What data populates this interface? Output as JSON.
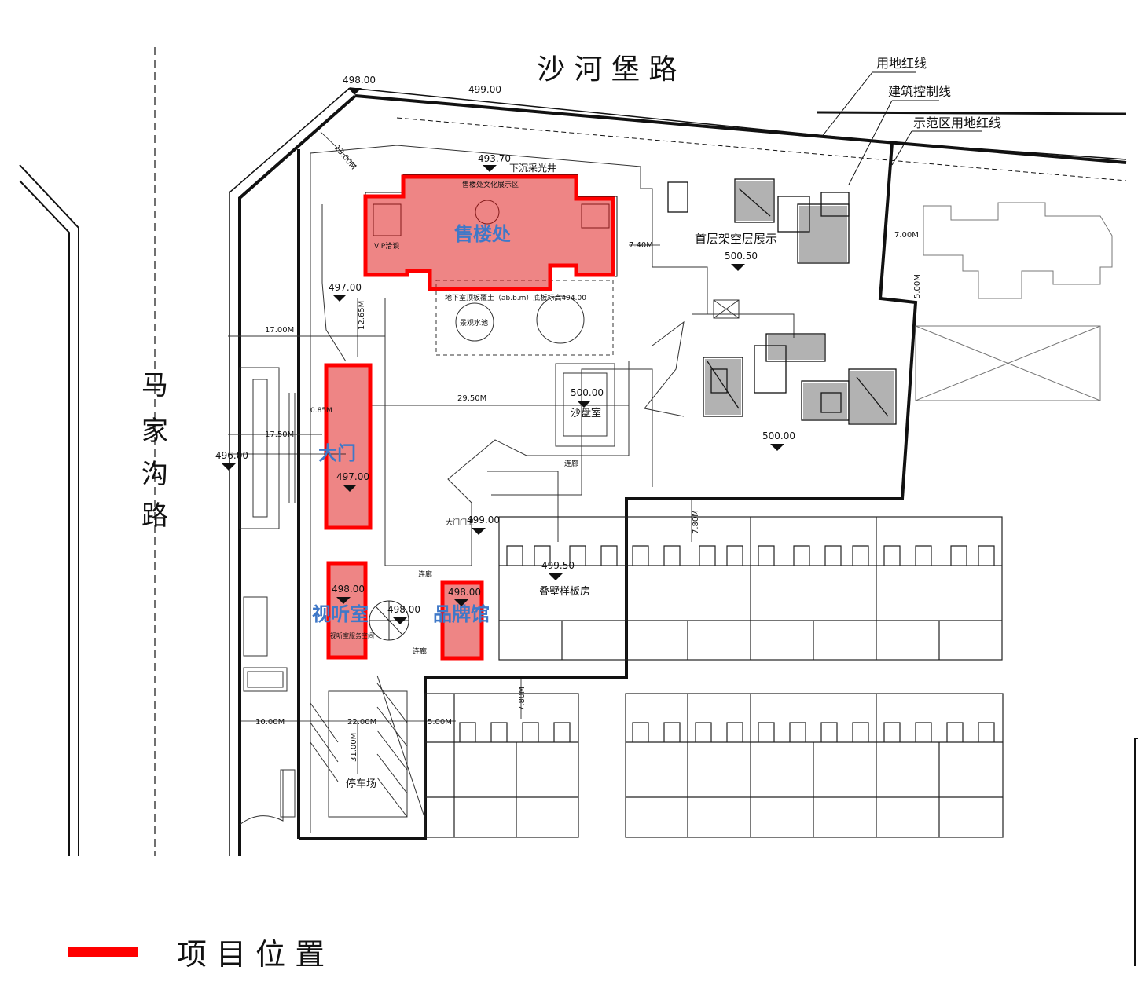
{
  "roads": {
    "north": "沙 河 堡 路",
    "west_chars": [
      "马",
      "家",
      "沟",
      "路"
    ]
  },
  "annotations": {
    "land_red_line": "用地红线",
    "building_control_line": "建筑控制线",
    "demo_land_red_line": "示范区用地红线"
  },
  "highlights": {
    "sales_office": "售楼处",
    "main_gate": "大门",
    "av_room": "视听室",
    "brand_hall": "品牌馆"
  },
  "labels": {
    "first_floor_showroom": "首层架空层展示",
    "sand_table_room": "沙盘室",
    "villa_model": "叠墅样板房",
    "parking": "停车场",
    "sunken_well": "下沉采光井",
    "corridor1": "连廊",
    "corridor2": "连廊",
    "corridor3": "连廊",
    "gate_small": "大门门卫",
    "water_feature": "景观水池",
    "basement_note": "地下室顶板覆土（ab.b.m）底板标高494.00",
    "sales_inner": "售楼处文化展示区",
    "vip": "VIP洽谈",
    "av_inner": "视听室服务空间"
  },
  "elevations": {
    "e1": "498.00",
    "e2": "499.00",
    "e3": "493.70",
    "e4": "497.00",
    "e5": "496.00",
    "e6": "500.50",
    "e7": "500.00",
    "e8": "500.00",
    "e9": "497.00",
    "e10": "499.00",
    "e11": "499.50",
    "e12": "498.00",
    "e13": "498.00",
    "e14": "498.00"
  },
  "dimensions": {
    "d1": "13.00M",
    "d2": "17.00M",
    "d3": "12.65M",
    "d4": "17.50M",
    "d5": "29.50M",
    "d6": "7.40M",
    "d7": "7.00M",
    "d8": "5.00M",
    "d9": "7.80M",
    "d10": "7.80M",
    "d11": "10.00M",
    "d12": "22.00M",
    "d13": "5.00M",
    "d14": "31.00M",
    "d15": "0.85M"
  },
  "legend": {
    "text": "项 目 位 置",
    "color": "#ff0000"
  },
  "colors": {
    "highlight": "#e02020",
    "label_blue": "#3f78c8",
    "line": "#111111"
  }
}
